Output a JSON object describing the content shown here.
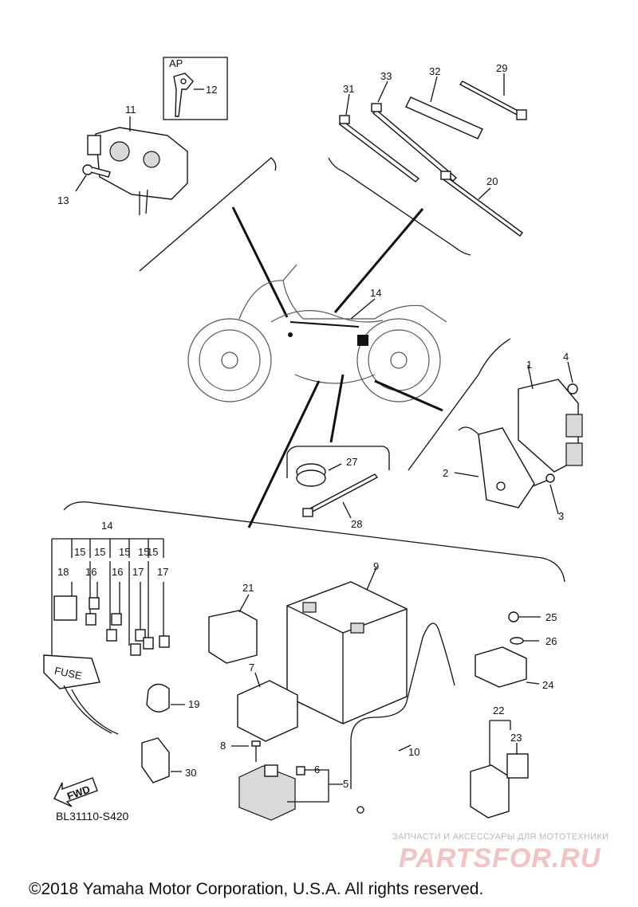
{
  "diagram": {
    "code": "BL31110-S420",
    "copyright": "©2018 Yamaha Motor Corporation, U.S.A. All rights reserved.",
    "inset_label": "AP",
    "fwd_label": "FWD",
    "fuse_label": "FUSE",
    "watermark": {
      "tagline": "ЗАПЧАСТИ И АКСЕССУАРЫ ДЛЯ МОТОТЕХНИКИ",
      "brand": "PARTSFOR.RU"
    },
    "callouts": {
      "p1": "1",
      "p2": "2",
      "p3": "3",
      "p4": "4",
      "p5": "5",
      "p6": "6",
      "p7": "7",
      "p8": "8",
      "p9": "9",
      "p10": "10",
      "p11": "11",
      "p12": "12",
      "p13": "13",
      "p14a": "14",
      "p14b": "14",
      "p15a": "15",
      "p15b": "15",
      "p15c": "15",
      "p15d": "15",
      "p15e": "15",
      "p16a": "16",
      "p16b": "16",
      "p17a": "17",
      "p17b": "17",
      "p18": "18",
      "p19": "19",
      "p20": "20",
      "p21": "21",
      "p22": "22",
      "p23": "23",
      "p24": "24",
      "p25": "25",
      "p26": "26",
      "p27": "27",
      "p28": "28",
      "p29": "29",
      "p30": "30",
      "p31": "31",
      "p32": "32",
      "p33": "33"
    }
  }
}
